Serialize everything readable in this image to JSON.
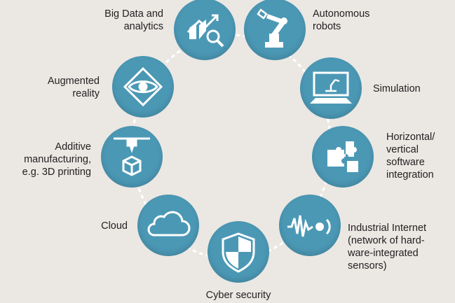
{
  "nodes": [
    {
      "id": "big-data",
      "label": "Big Data and\nanalytics",
      "icon": "analytics-chart-icon"
    },
    {
      "id": "autonomous-robots",
      "label": "Autonomous\nrobots",
      "icon": "robot-arm-icon"
    },
    {
      "id": "simulation",
      "label": "Simulation",
      "icon": "monitor-robot-icon"
    },
    {
      "id": "integration",
      "label": "Horizontal/\nvertical\nsoftware\nintegration",
      "icon": "puzzle-icon"
    },
    {
      "id": "industrial-internet",
      "label": "Industrial Internet\n(network of hard-\nware-integrated\nsensors)",
      "icon": "sensor-signal-icon"
    },
    {
      "id": "cyber-security",
      "label": "Cyber security",
      "icon": "shield-icon"
    },
    {
      "id": "cloud",
      "label": "Cloud",
      "icon": "cloud-icon"
    },
    {
      "id": "additive-manufacturing",
      "label": "Additive\nmanufacturing,\ne.g. 3D printing",
      "icon": "3d-printer-icon"
    },
    {
      "id": "augmented-reality",
      "label": "Augmented\nreality",
      "icon": "ar-eye-icon"
    }
  ],
  "colors": {
    "circle": "#4b98b5",
    "ring": "#ffffff",
    "icon": "#ffffff",
    "background": "#ebe7e3"
  }
}
